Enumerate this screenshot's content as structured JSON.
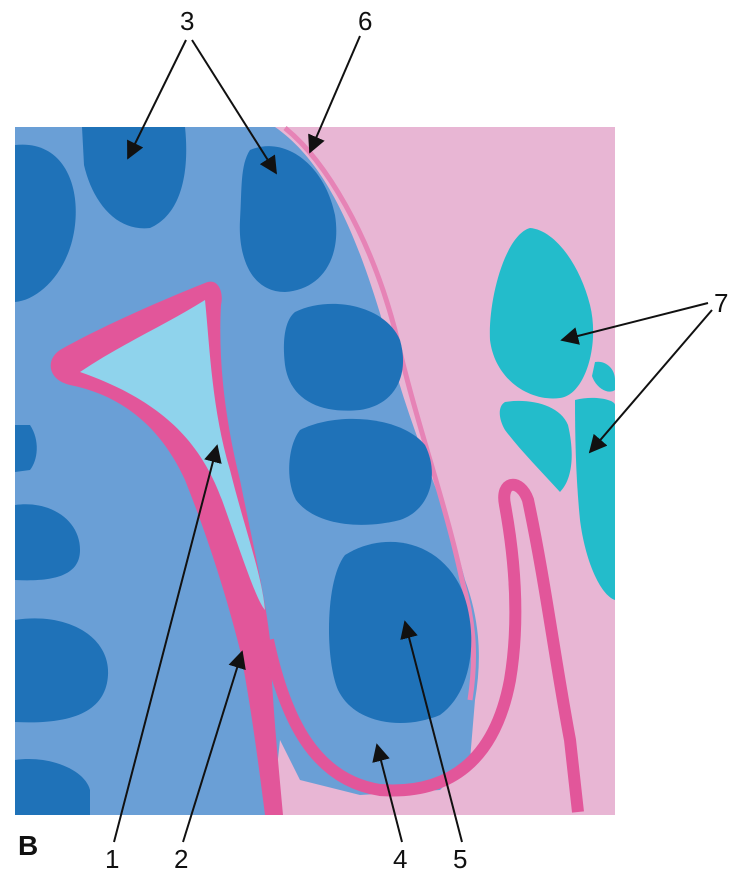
{
  "panel_label": "B",
  "callouts": [
    "1",
    "2",
    "3",
    "4",
    "5",
    "6",
    "7"
  ],
  "colors": {
    "background": "#ffffff",
    "lamina_propria": "#6a9fd6",
    "lymphoid_follicle": "#1f72b8",
    "epithelium": "#e2569a",
    "crypt_lumen": "#8fd3ec",
    "connective_tissue": "#e8b6d4",
    "capsule_line": "#e683b6",
    "muscle": "#23bccb",
    "arrow": "#111111"
  }
}
